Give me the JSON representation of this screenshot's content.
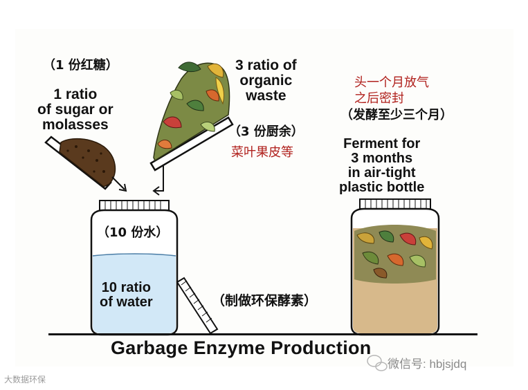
{
  "labels": {
    "sugar_cn": "（1 份红糖）",
    "sugar_en": "1 ratio\nof sugar or\nmolasses",
    "organic_en": "3 ratio of\norganic\nwaste",
    "organic_cn": "（3 份厨余）",
    "organic_cn_red": "菜叶果皮等",
    "water_cn": "（10 份水）",
    "water_en": "10 ratio\nof water",
    "stir_cn": "（制做环保酵素）",
    "gas_red": "头一个月放气\n之后密封",
    "ferment_cn": "（发酵至少三个月）",
    "ferment_en": "Ferment for\n3 months\nin air-tight\nplastic bottle"
  },
  "title": "Garbage Enzyme Production",
  "watermark_right": "微信号: hbjsjdq",
  "watermark_left": "大数据环保",
  "colors": {
    "water": "#d2e8f7",
    "ferment_liquid": "#d7b98b",
    "red_text": "#b0201c"
  }
}
